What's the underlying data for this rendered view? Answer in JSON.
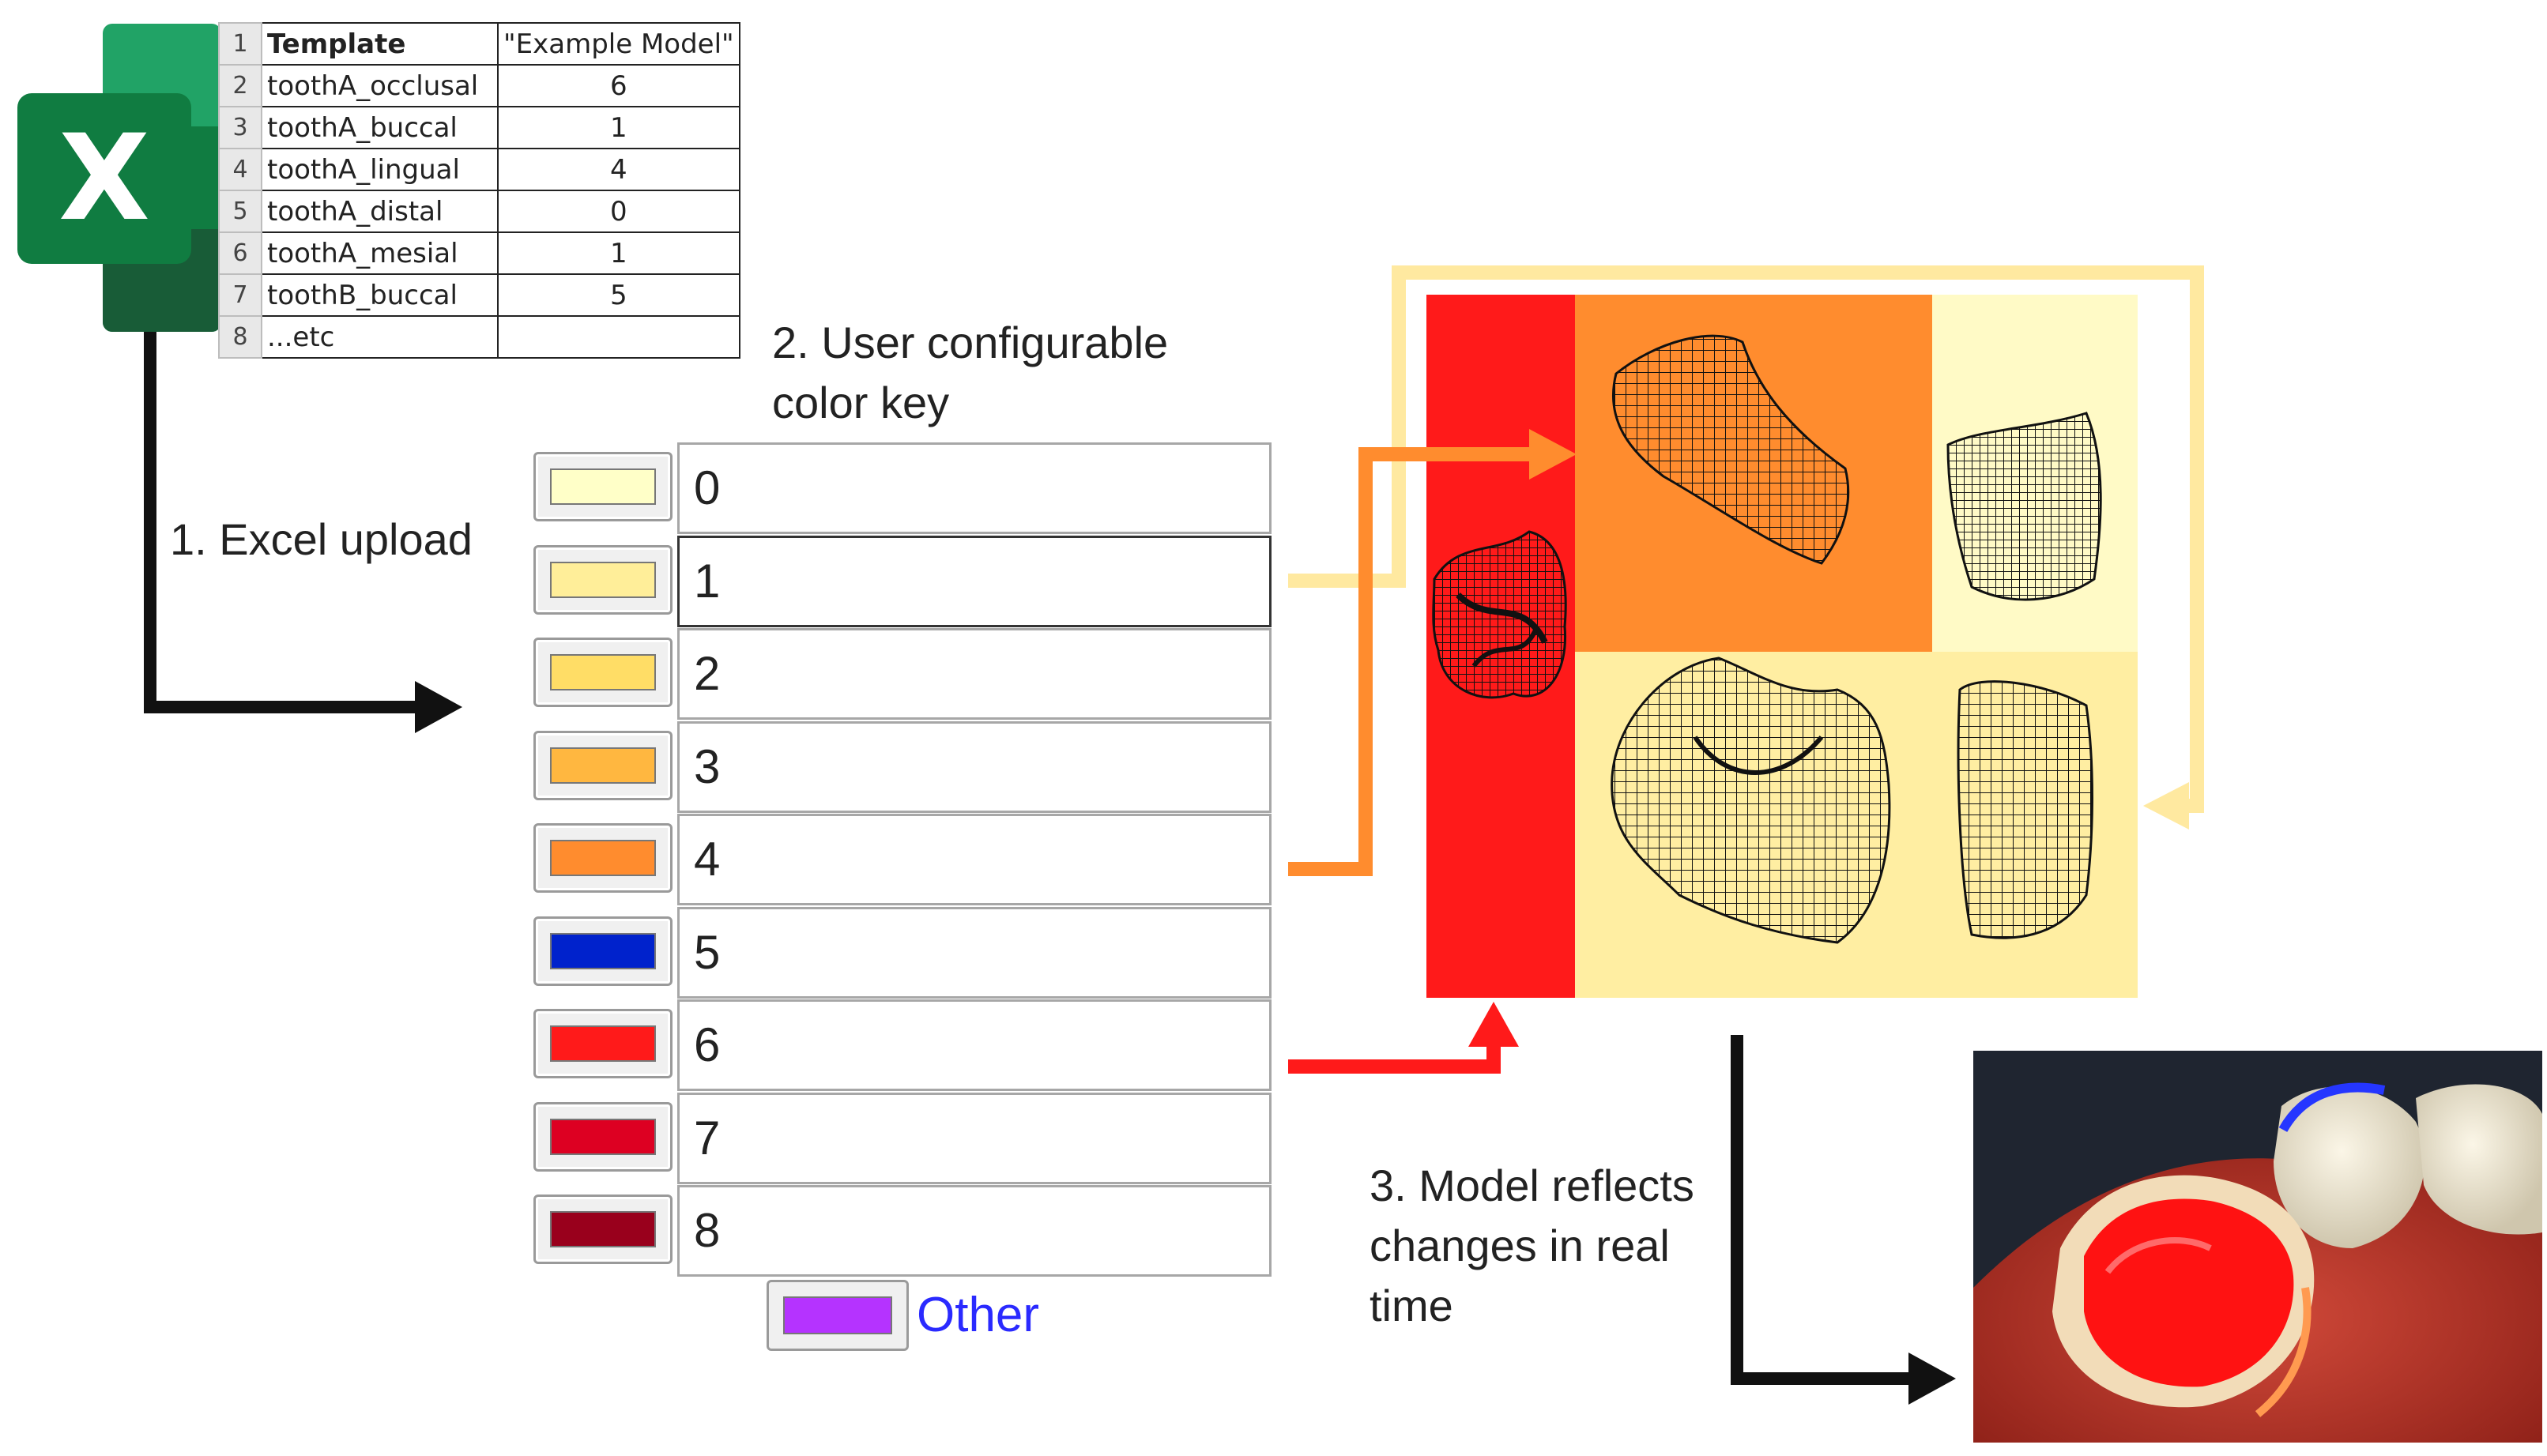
{
  "spreadsheet": {
    "rows": [
      {
        "num": "1",
        "template": "Template",
        "value": "\"Example Model\""
      },
      {
        "num": "2",
        "template": "toothA_occlusal",
        "value": "6"
      },
      {
        "num": "3",
        "template": "toothA_buccal",
        "value": "1"
      },
      {
        "num": "4",
        "template": "toothA_lingual",
        "value": "4"
      },
      {
        "num": "5",
        "template": "toothA_distal",
        "value": "0"
      },
      {
        "num": "6",
        "template": "toothA_mesial",
        "value": "1"
      },
      {
        "num": "7",
        "template": "toothB_buccal",
        "value": "5"
      },
      {
        "num": "8",
        "template": "...etc",
        "value": ""
      }
    ]
  },
  "labels": {
    "step1": "1. Excel upload",
    "step2_line1": "2. User configurable",
    "step2_line2": "color key",
    "step3_line1": "3. Model reflects",
    "step3_line2": "changes in real",
    "step3_line3": "time"
  },
  "color_key": {
    "entries": [
      {
        "value": "0",
        "color": "#ffffc8"
      },
      {
        "value": "1",
        "color": "#ffee99"
      },
      {
        "value": "2",
        "color": "#ffdd66"
      },
      {
        "value": "3",
        "color": "#ffb740"
      },
      {
        "value": "4",
        "color": "#ff8c2e"
      },
      {
        "value": "5",
        "color": "#0022cc"
      },
      {
        "value": "6",
        "color": "#ff1a1a"
      },
      {
        "value": "7",
        "color": "#dd0022"
      },
      {
        "value": "8",
        "color": "#99001c"
      }
    ],
    "other": {
      "label": "Other",
      "color": "#b533ff"
    }
  },
  "arrow_colors": {
    "black": "#111111",
    "pale_yellow": "#ffe9a0",
    "orange": "#ff8c2e",
    "red": "#ff1a1a"
  },
  "icons": [
    "excel-icon",
    "mesh-occlusal-icon",
    "mesh-lingual-icon",
    "mesh-buccal-icon",
    "mesh-distal-icon",
    "mesh-mesial-icon",
    "dental-render-image"
  ]
}
